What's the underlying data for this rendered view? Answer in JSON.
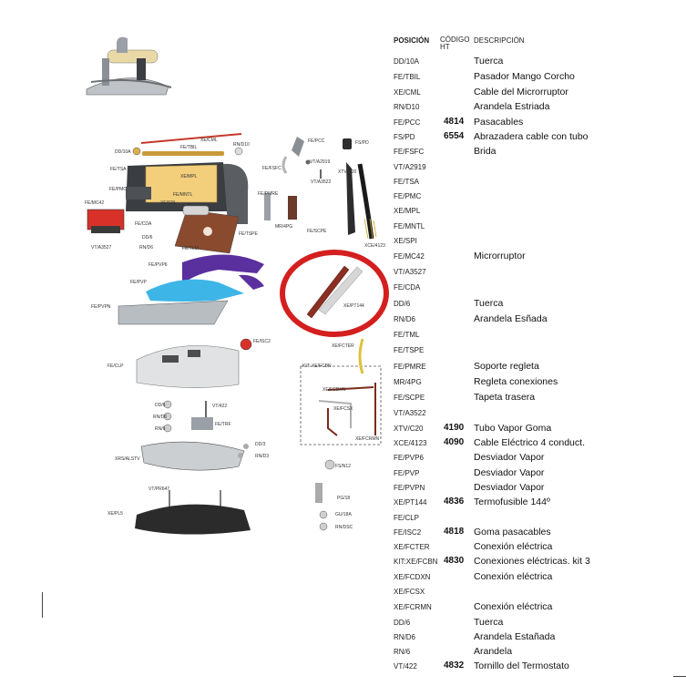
{
  "header": {
    "position": "POSICIÓN",
    "code": "CÓDIGO HT",
    "description": "DESCRIPCIÓN"
  },
  "rows": [
    {
      "pos": "DD/10A",
      "code": "",
      "desc": "Tuerca"
    },
    {
      "pos": "FE/TBIL",
      "code": "",
      "desc": "Pasador Mango Corcho"
    },
    {
      "pos": "XE/CML",
      "code": "",
      "desc": "Cable del Microrruptor"
    },
    {
      "pos": "RN/D10",
      "code": "",
      "desc": "Arandela Estriada"
    },
    {
      "pos": "FE/PCC",
      "code": "4814",
      "desc": "Pasacables"
    },
    {
      "pos": "FS/PD",
      "code": "6554",
      "desc": "Abrazadera cable con tubo"
    },
    {
      "pos": "FE/FSFC",
      "code": "",
      "desc": "Brida"
    },
    {
      "pos": "VT/A2919",
      "code": "",
      "desc": ""
    },
    {
      "pos": "FE/TSA",
      "code": "",
      "desc": ""
    },
    {
      "pos": "FE/PMC",
      "code": "",
      "desc": ""
    },
    {
      "pos": "XE/MPL",
      "code": "",
      "desc": ""
    },
    {
      "pos": "FE/MNTL",
      "code": "",
      "desc": ""
    },
    {
      "pos": "XE/SPI",
      "code": "",
      "desc": ""
    },
    {
      "pos": "FE/MC42",
      "code": "",
      "desc": "Microrruptor"
    },
    {
      "pos": "VT/A3527",
      "code": "",
      "desc": ""
    },
    {
      "pos": "FE/CDA",
      "code": "",
      "desc": ""
    },
    {
      "pos": "DD/6",
      "code": "",
      "desc": " Tuerca"
    },
    {
      "pos": "RN/D6",
      "code": "",
      "desc": "Arandela Esñada"
    },
    {
      "pos": "FE/TML",
      "code": "",
      "desc": ""
    },
    {
      "pos": "FE/TSPE",
      "code": "",
      "desc": ""
    },
    {
      "pos": "FE/PMRE",
      "code": "",
      "desc": "Soporte regleta"
    },
    {
      "pos": "MR/4PG",
      "code": "",
      "desc": "Regleta conexiones"
    },
    {
      "pos": "FE/SCPE",
      "code": "",
      "desc": "Tapeta trasera"
    },
    {
      "pos": "VT/A3522",
      "code": "",
      "desc": ""
    },
    {
      "pos": "XTV/C20",
      "code": "4190",
      "desc": "Tubo Vapor Goma"
    },
    {
      "pos": "XCE/4123",
      "code": "4090",
      "desc": "Cable Eléctrico 4 conduct."
    },
    {
      "pos": "FE/PVP6",
      "code": "",
      "desc": "Desviador Vapor"
    },
    {
      "pos": "FE/PVP",
      "code": "",
      "desc": "Desviador Vapor"
    },
    {
      "pos": "FE/PVPN",
      "code": "",
      "desc": "Desviador Vapor"
    },
    {
      "pos": "XE/PT144",
      "code": "4836",
      "desc": "Termofusible 144º"
    },
    {
      "pos": "FE/CLP",
      "code": "",
      "desc": ""
    },
    {
      "pos": "FE/ISC2",
      "code": "4818",
      "desc": "Goma pasacables"
    },
    {
      "pos": "XE/FCTER",
      "code": "",
      "desc": "Conexión eléctrica"
    },
    {
      "pos": "KIT:XE/FCBN",
      "code": "4830",
      "desc": "Conexiones eléctricas. kit 3"
    },
    {
      "pos": "XE/FCDXN",
      "code": "",
      "desc": "Conexión eléctrica"
    },
    {
      "pos": "XE/FCSX",
      "code": "",
      "desc": ""
    },
    {
      "pos": "XE/FCRMN",
      "code": "",
      "desc": "Conexión eléctrica"
    },
    {
      "pos": "DD/6",
      "code": "",
      "desc": "Tuerca"
    },
    {
      "pos": "RN/D6",
      "code": "",
      "desc": "Arandela Estañada"
    },
    {
      "pos": "RN/6",
      "code": "",
      "desc": "Arandela"
    },
    {
      "pos": "VT/422",
      "code": "4832",
      "desc": "Tornillo del Termostato"
    }
  ],
  "diagram": {
    "labels": {
      "xe_cml": "XE/CML",
      "dd10a": "DD/10A",
      "fe_tbil": "FE/TBIL",
      "rn_d10": "RN/D10",
      "fe_pcc": "FE/PCC",
      "fs_pd": "FS/PD",
      "vt_a2919": "VT/A2919",
      "fe_fsfc": "FE/FSFC",
      "xtv_c20": "XTV/C20",
      "vt_a3522": "VT/A3522",
      "fe_tsa": "FE/TSA",
      "xe_mpl": "XE/MPL",
      "fe_pmc": "FE/PMC",
      "fe_mntl": "FE/MNTL",
      "xe_spi": "XE/SPI",
      "fe_mc42": "FE/MC42",
      "fe_cda": "FE/CDA",
      "dd6": "DD/6",
      "rn_d6": "RN/D6",
      "vt_a3527": "VT/A3527",
      "fe_tlm": "FE/TLM",
      "fe_tspe": "FE/TSPE",
      "fe_pmre": "FE/PMRE",
      "mr_4pg": "MR/4PG",
      "fe_scpe": "FE/SCPE",
      "xce_4123": "XCE/4123",
      "fe_pvp6": "FE/PVP6",
      "fe_pvp": "FE/PVP",
      "fe_pvpn": "FE/PVPN",
      "xe_pt144": "XE/PT144",
      "fe_isc2": "FE/ISC2",
      "fe_clp": "FE/CLP",
      "xe_fcter": "XE/FCTER",
      "kit_fcbn": "KIT: XE/FCBN",
      "xe_fcdxn": "XE/FCDXN",
      "xe_fcsx": "XE/FCSX",
      "xe_fcrmn": "XE/FCRMN",
      "dd6b": "DD/6",
      "rn_d6b": "RN/D6",
      "rn6": "RN/6",
      "vt422": "VT/422",
      "fe_trf": "FE/TRF",
      "dd3": "DD/3",
      "rn_d3": "RN/D3",
      "xrs_alstv": "XRS/ALSTV",
      "fs_n12": "FS/N12",
      "vt_pr647": "VT/PR647",
      "pg18": "PG/18",
      "gu18a": "GU/18A",
      "rn_dsc": "RN/DSC",
      "xe_pl5": "XE/PL5"
    },
    "colors": {
      "highlight": "#d41f1f",
      "cork": "#f3cf7c",
      "purple": "#5a2f9e",
      "cyan": "#3db5e6",
      "brown": "#7a3a2a"
    }
  }
}
